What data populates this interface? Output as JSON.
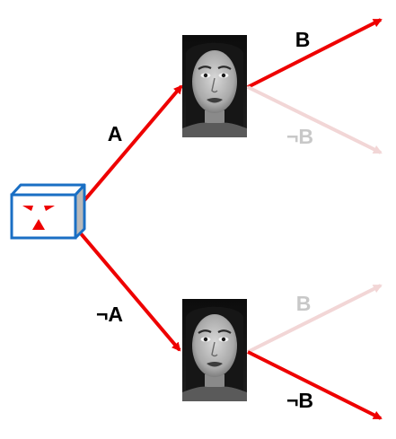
{
  "diagram": {
    "labels": {
      "a": "A",
      "not_a": "¬A",
      "b_top": "B",
      "not_b_top": "¬B",
      "b_bottom": "B",
      "not_b_bottom": "¬B"
    },
    "colors": {
      "active_arrow": "#ee0000",
      "faded_arrow": "#f2d6d6",
      "active_label": "#000000",
      "faded_label": "#c8c8c8",
      "box_stroke": "#1a6fc4",
      "box_face": "#ffffff",
      "box_side": "#b9b9b9",
      "box_features": "#ee0000"
    },
    "icons": {
      "source": "cube-face-icon",
      "top_agent": "face-portrait-icon",
      "bottom_agent": "face-portrait-icon"
    }
  }
}
